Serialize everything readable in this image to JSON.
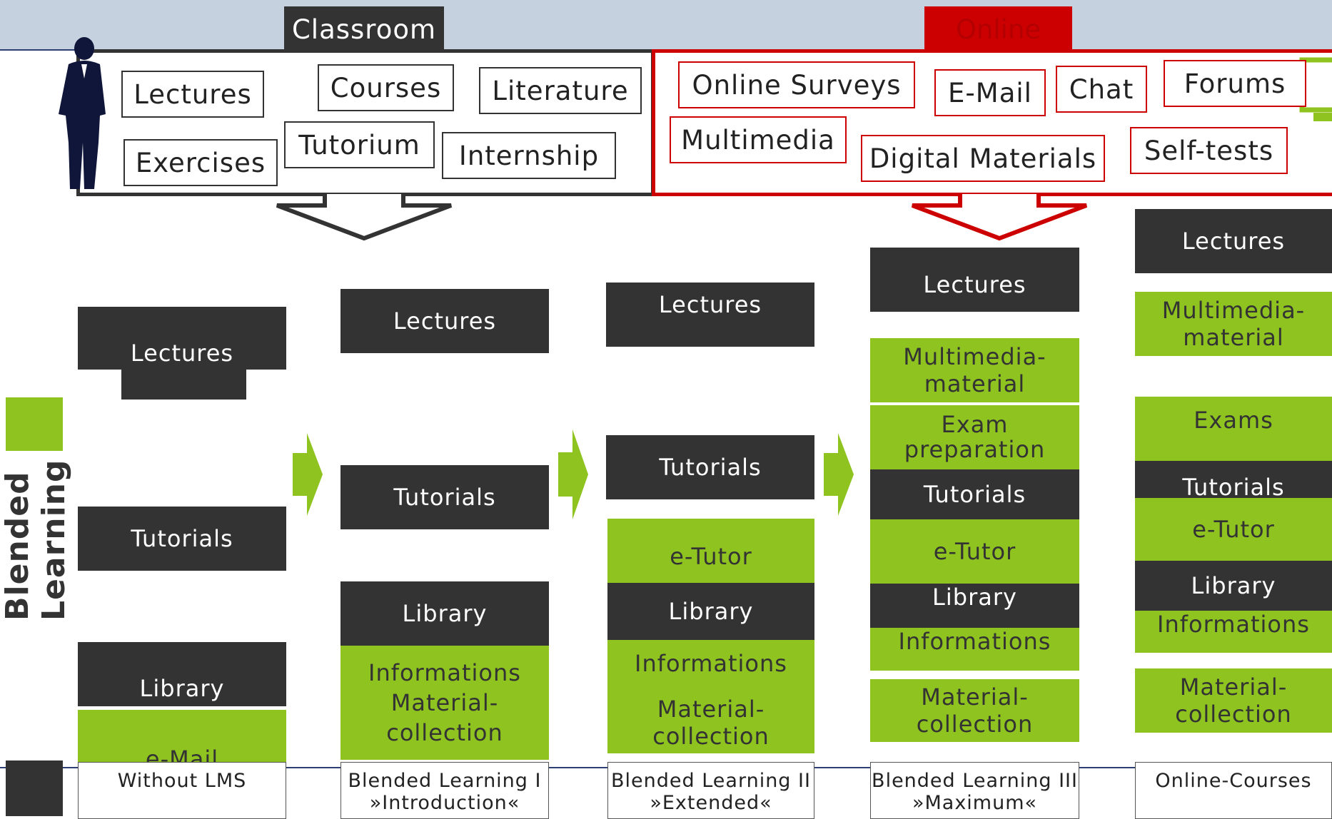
{
  "header": {
    "classroom_label": "Classroom",
    "online_label": "Online"
  },
  "classroom_tags": [
    "Lectures",
    "Courses",
    "Literature",
    "Exercises",
    "Tutorium",
    "Internship"
  ],
  "online_tags": [
    "Online Surveys",
    "E-Mail",
    "Chat",
    "Forums",
    "Multimedia",
    "Digital Materials",
    "Self-tests"
  ],
  "side_label": "Blended Learning",
  "columns": [
    {
      "footer": "Without LMS",
      "blocks": [
        "Lectures",
        "Tutorials",
        "Library",
        "e-Mail"
      ]
    },
    {
      "footer": "Blended Learning I\n»Introduction«",
      "blocks": [
        "Lectures",
        "Tutorials",
        "Library",
        "Informations\nMaterial-\ncollection"
      ]
    },
    {
      "footer": "Blended Learning II\n»Extended«",
      "blocks": [
        "Lectures",
        "Tutorials",
        "e-Tutor",
        "Library",
        "Informations",
        "Material-\ncollection"
      ]
    },
    {
      "footer": "Blended Learning III\n»Maximum«",
      "blocks": [
        "Lectures",
        "Multimedia-\nmaterial",
        "Exam\npreparation",
        "Tutorials",
        "e-Tutor",
        "Library",
        "Informations",
        "Material-\ncollection"
      ]
    },
    {
      "footer": "Online-Courses",
      "blocks": [
        "Lectures",
        "Multimedia-\nmaterial",
        "Exams",
        "Tutorials",
        "e-Tutor",
        "Library",
        "Informations",
        "Material-\ncollection"
      ]
    }
  ],
  "colors": {
    "dark": "#333333",
    "green": "#8fc31f",
    "red": "#cc0000",
    "band": "#c5d1de"
  }
}
